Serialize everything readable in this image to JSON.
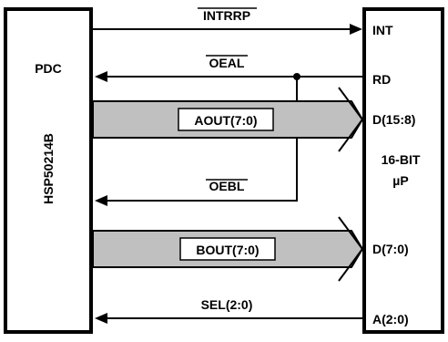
{
  "left_block": {
    "title": "PDC",
    "part_number": "HSP50214B"
  },
  "right_block": {
    "title_line1": "16-BIT",
    "title_line2": "µP",
    "pins": {
      "int": "INT",
      "rd": "RD",
      "d_high": "D(15:8)",
      "d_low": "D(7:0)",
      "addr": "A(2:0)"
    }
  },
  "signals": {
    "intrrp": "INTRRP",
    "oeal": "OEAL",
    "oebl": "OEBL",
    "sel": "SEL(2:0)"
  },
  "buses": {
    "aout": "AOUT(7:0)",
    "bout": "BOUT(7:0)",
    "fill_color": "#c0c0c0"
  }
}
